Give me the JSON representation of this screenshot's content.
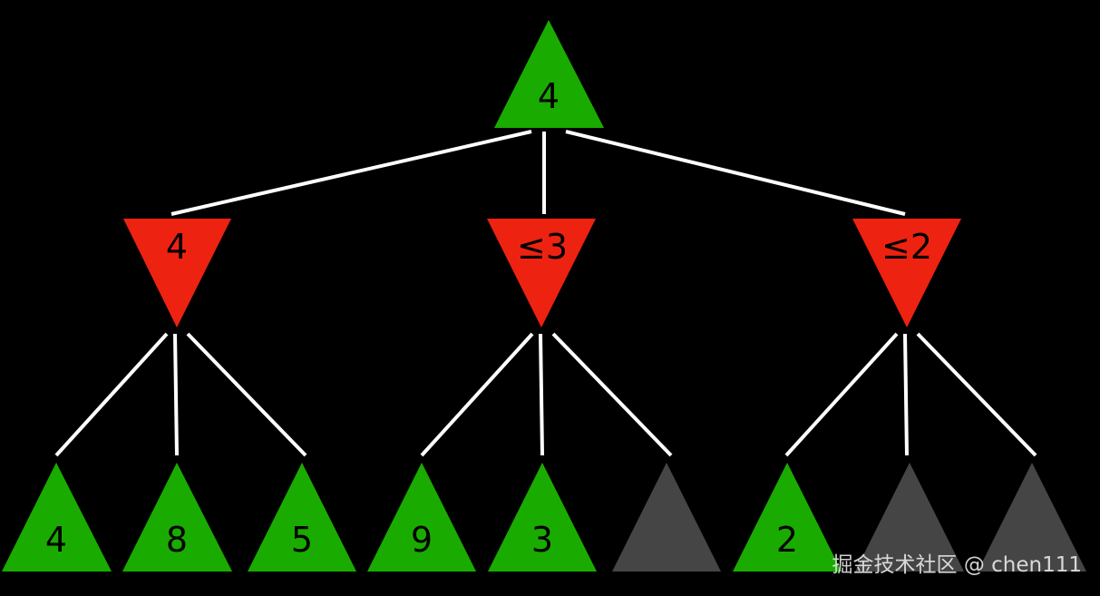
{
  "colors": {
    "max_node": "#1aab00",
    "min_node": "#ee2211",
    "pruned_node": "#454545",
    "edge": "#ffffff",
    "background": "#000000"
  },
  "tree": {
    "root": {
      "label": "4",
      "kind": "max"
    },
    "level1": [
      {
        "label": "4",
        "kind": "min"
      },
      {
        "label": "≤3",
        "kind": "min"
      },
      {
        "label": "≤2",
        "kind": "min"
      }
    ],
    "leaves": [
      {
        "label": "4",
        "kind": "max"
      },
      {
        "label": "8",
        "kind": "max"
      },
      {
        "label": "5",
        "kind": "max"
      },
      {
        "label": "9",
        "kind": "max"
      },
      {
        "label": "3",
        "kind": "max"
      },
      {
        "label": "",
        "kind": "pruned"
      },
      {
        "label": "2",
        "kind": "max"
      },
      {
        "label": "",
        "kind": "pruned"
      },
      {
        "label": "",
        "kind": "pruned"
      }
    ]
  },
  "watermark": "掘金技术社区 @ chen111"
}
